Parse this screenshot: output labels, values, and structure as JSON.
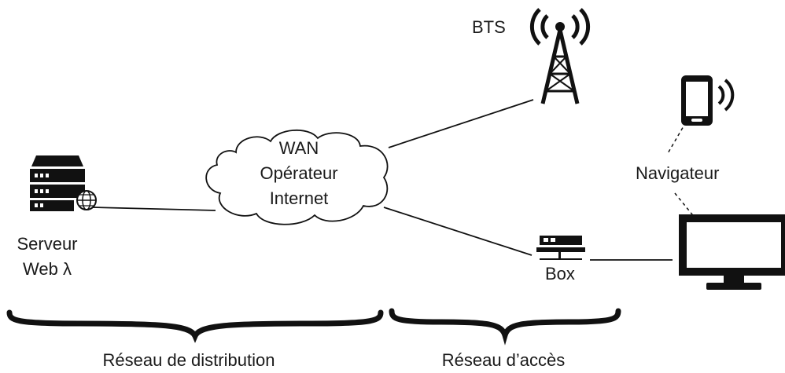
{
  "nodes": {
    "bts": {
      "label": "BTS"
    },
    "cloud": {
      "line1": "WAN",
      "line2": "Opérateur",
      "line3": "Internet"
    },
    "server": {
      "line1": "Serveur",
      "line2": "Web λ"
    },
    "box": {
      "label": "Box"
    },
    "browser": {
      "label": "Navigateur"
    }
  },
  "regions": {
    "distribution": {
      "label": "Réseau de distribution"
    },
    "access": {
      "label": "Réseau d’accès"
    }
  },
  "icons": [
    "antenna-tower-icon",
    "smartphone-icon",
    "server-icon",
    "globe-icon",
    "router-box-icon",
    "monitor-icon",
    "cloud-icon",
    "brace-icon"
  ]
}
